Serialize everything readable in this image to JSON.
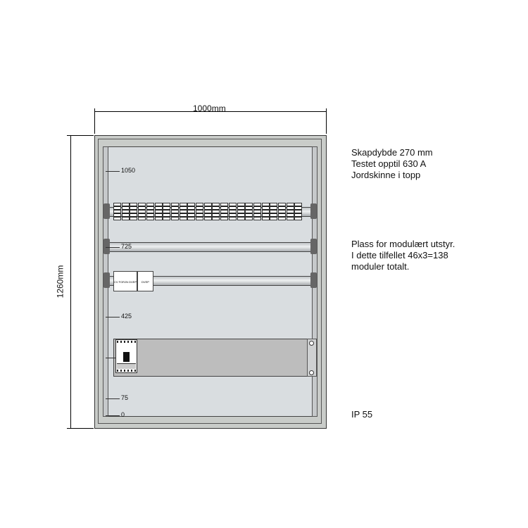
{
  "dimensions": {
    "width": "1000mm",
    "height": "1260mm"
  },
  "scale_labels": [
    "1050",
    "725",
    "425",
    "75",
    "0"
  ],
  "module_labels": [
    "CV FORJN DVEP",
    "DVEP"
  ],
  "notes": {
    "block1": [
      "Skapdybde 270 mm",
      "Testet opptil 630 A",
      "Jordskinne i topp"
    ],
    "block2": [
      "Plass for modulært utstyr.",
      "I dette tilfellet 46x3=138",
      "moduler totalt."
    ],
    "rating": "IP 55"
  },
  "colors": {
    "panel": "#d9dde0",
    "frame": "#c9ccc9",
    "plate": "#bdbdbd"
  }
}
